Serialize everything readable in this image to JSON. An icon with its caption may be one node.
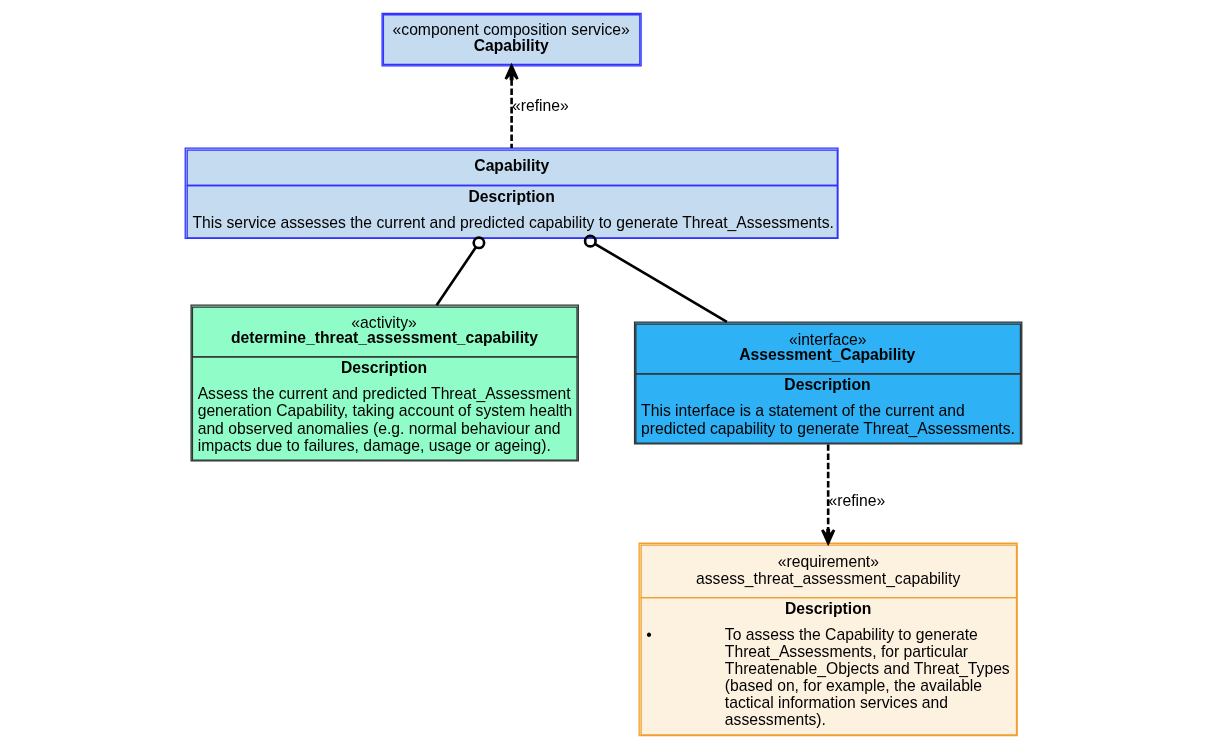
{
  "diagram": {
    "nodes": [
      {
        "text": [
          "«component composition service»",
          "Capability"
        ]
      },
      {
        "text": [
          "Capability",
          "Description",
          "This service assesses the current and predicted capability to generate Threat_Assessments."
        ]
      },
      {
        "text": [
          "«activity»",
          "determine_threat_assessment_capability",
          "Description",
          "Assess the current and predicted Threat_Assessment generation Capability, taking account of system health and observed anomalies (e.g. normal behaviour and impacts due to failures, damage, usage or ageing)."
        ]
      },
      {
        "text": [
          "«interface»",
          "Assessment_Capability",
          "Description",
          "This interface is a statement of the current and predicted capability to generate Threat_Assessments."
        ]
      },
      {
        "text": [
          "«requirement»",
          "assess_threat_assessment_capability",
          "Description",
          "•",
          "To assess the Capability to generate Threat_Assessments, for particular Threatenable_Objects and Threat_Types (based on, for example, the available tactical information services and assessments)."
        ]
      }
    ],
    "edges": [
      {
        "from": 1,
        "to": 0,
        "arrow": "to",
        "style": "dashed",
        "label": "«refine»"
      },
      {
        "from": 2,
        "to": 1,
        "arrow": "other"
      },
      {
        "from": 3,
        "to": 1,
        "arrow": "other"
      },
      {
        "from": 3,
        "to": 4,
        "arrow": "to",
        "style": "dashed",
        "label": "«refine»"
      }
    ]
  }
}
